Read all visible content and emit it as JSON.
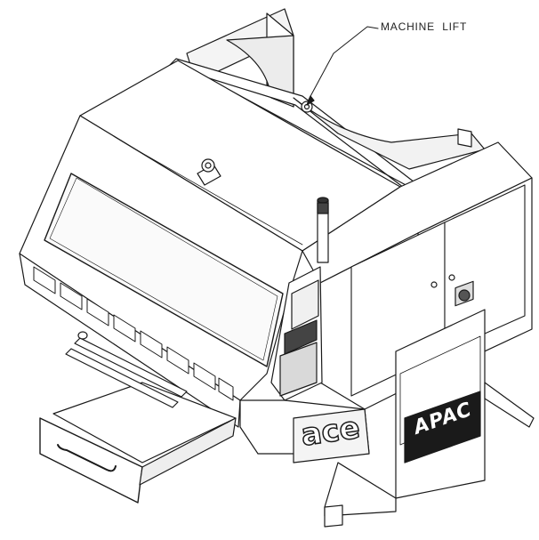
{
  "callouts": {
    "machine_lift": "MACHINE  LIFT"
  },
  "branding": {
    "front_stand": "APAC",
    "side_stand": "ace"
  },
  "colors": {
    "line": "#1a1a1a",
    "fill": "#ffffff",
    "shade": "#e8e8e8",
    "dark": "#555555"
  }
}
